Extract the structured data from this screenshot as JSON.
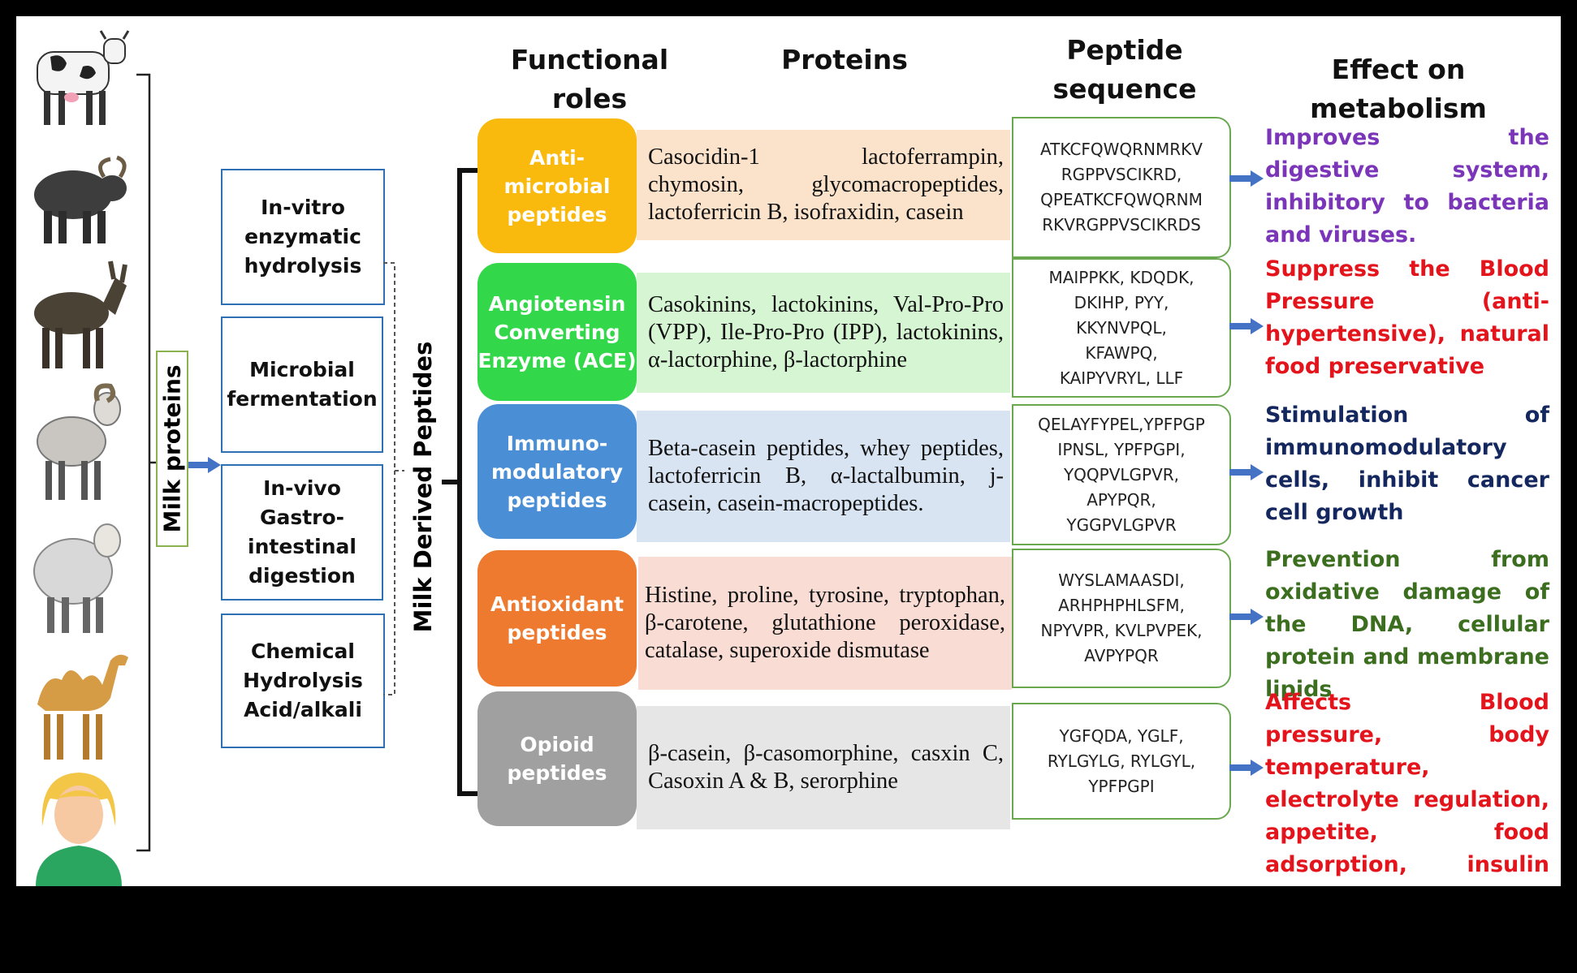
{
  "headers": {
    "functional_roles": "Functional roles",
    "proteins": "Proteins",
    "peptide_sequence": "Peptide sequence",
    "effect": "Effect on metabolism"
  },
  "left": {
    "milk_proteins": "Milk proteins",
    "milk_derived_peptides": "Milk Derived Peptides",
    "animals": [
      "cow",
      "buffalo",
      "donkey",
      "goat",
      "sheep",
      "camel",
      "human"
    ]
  },
  "methods": [
    "In-vitro enzymatic hydrolysis",
    "Microbial fermentation",
    "In-vivo Gastro-intestinal digestion",
    "Chemical Hydrolysis Acid/alkali"
  ],
  "rows": [
    {
      "role": "Anti-microbial peptides",
      "role_color": "#f9b90d",
      "protein_bg": "#fbe3cb",
      "proteins": "Casocidin-1 lactoferrampin, chymosin, glycomacropeptides, lactoferricin B, isofraxidin, casein",
      "sequence": "ATKCFQWQRNMRKV\nRGPPVSCIKRD,\nQPEATKCFQWQRNM\nRKVRGPPVSCIKRDS",
      "effect": "Improves the digestive system, inhibitory to bacteria and viruses.",
      "effect_color": "#7a35b8"
    },
    {
      "role": "Angiotensin Converting Enzyme (ACE)",
      "role_color": "#33d84a",
      "protein_bg": "#d5f5d3",
      "proteins": "Casokinins, lactokinins, Val-Pro-Pro (VPP), Ile-Pro-Pro (IPP), lactokinins, α-lactorphine, β-lactorphine",
      "sequence": "MAIPPKK, KDQDK,\nDKIHP, PYY,\nKKYNVPQL,\nKFAWPQ,\nKAIPYVRYL, LLF",
      "effect": "Suppress the Blood Pressure (anti-hypertensive), natural food preservative",
      "effect_color": "#e3141b"
    },
    {
      "role": "Immuno-modulatory peptides",
      "role_color": "#4a8fd6",
      "protein_bg": "#d9e4f3",
      "proteins": "Beta-casein peptides, whey peptides, lactoferricin B, α-lactalbumin, j-casein, casein-macropeptides.",
      "sequence": "QELAYFYPEL,YPFPGP\nIPNSL, YPFPGPI,\nYQQPVLGPVR,\nAPYPQR,\nYGGPVLGPVR",
      "effect": "Stimulation of immunomodulatory cells, inhibit cancer cell growth",
      "effect_color": "#14285f"
    },
    {
      "role": "Antioxidant peptides",
      "role_color": "#ee7a30",
      "protein_bg": "#f9dcd4",
      "proteins": "Histine, proline, tyrosine, tryptophan, β-carotene, glutathione peroxidase, catalase, superoxide dismutase",
      "sequence": "WYSLAMAASDI,\nARHPHPHLSFM,\nNPYVPR, KVLPVPEK,\nAVPYPQR",
      "effect": "Prevention from oxidative damage of the DNA, cellular protein and membrane lipids",
      "effect_color": "#3c6e1f"
    },
    {
      "role": "Opioid peptides",
      "role_color": "#a0a0a0",
      "protein_bg": "#e6e6e6",
      "proteins": "β-casein, β-casomorphine, casxin C, Casoxin A & B, serorphine",
      "sequence": "YGFQDA, YGLF,\nRYLGYLG, RYLGYL,\nYPFPGPI",
      "effect": "Affects Blood pressure, body temperature, electrolyte regulation, appetite, food adsorption, insulin secretion",
      "effect_color": "#e3141b"
    }
  ]
}
